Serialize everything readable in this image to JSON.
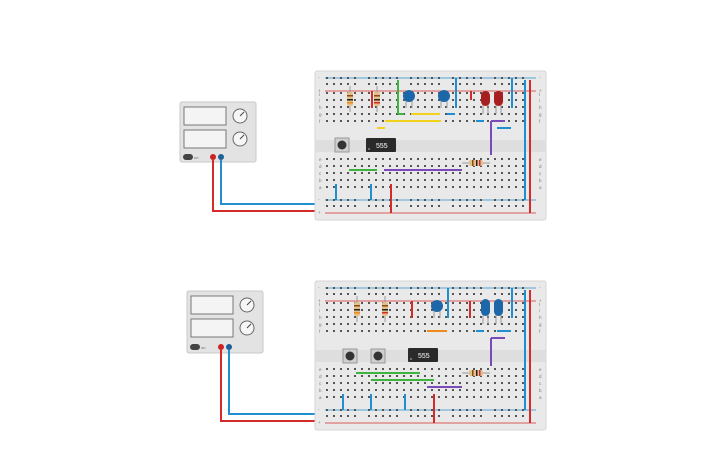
{
  "circuits": [
    {
      "ic_label": "555",
      "supply_on": "on",
      "rail_plus": "+",
      "rail_minus": "-",
      "row_letters": [
        "j",
        "i",
        "h",
        "g",
        "f",
        "e",
        "d",
        "c",
        "b",
        "a"
      ]
    },
    {
      "ic_label": "555",
      "supply_on": "on",
      "rail_plus": "+",
      "rail_minus": "-",
      "row_letters": [
        "j",
        "i",
        "h",
        "g",
        "f",
        "e",
        "d",
        "c",
        "b",
        "a"
      ]
    }
  ],
  "colors": {
    "breadboard": "#e9e9e9",
    "wire_red": "#d42a2a",
    "wire_blue": "#1f8fd1",
    "wire_green": "#3fb33f",
    "wire_yellow": "#f2d21b",
    "wire_purple": "#7a4ab8",
    "wire_orange": "#f08a1c",
    "led_red": "#a81f1f",
    "led_blue": "#1d66a8",
    "chip": "#2a2a2a"
  }
}
